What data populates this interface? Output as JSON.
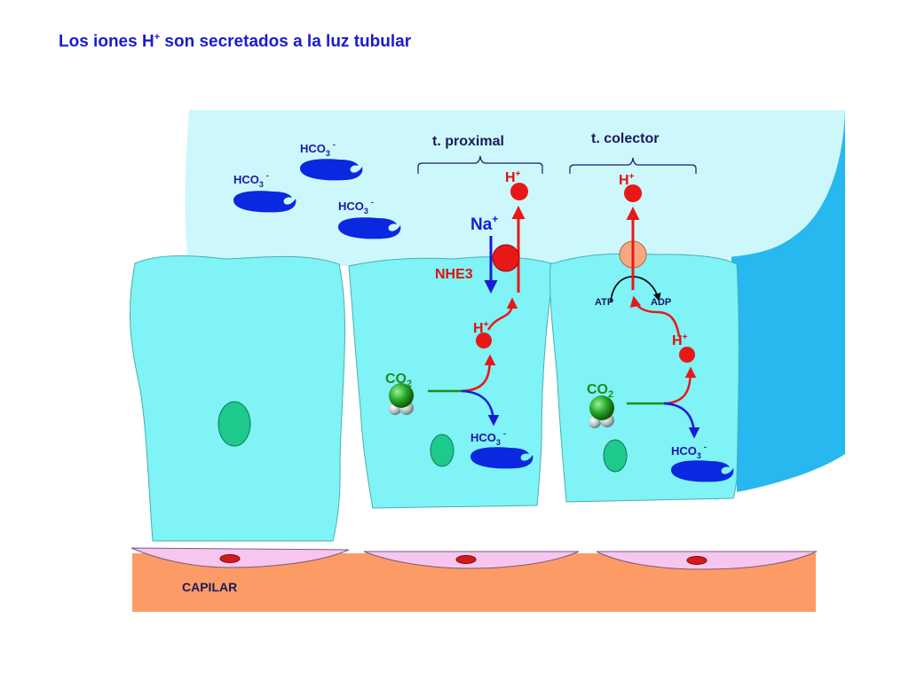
{
  "title": {
    "prefix": "Los iones H",
    "sup": "+",
    "suffix": " son secretados a la luz tubular"
  },
  "labels": {
    "proximal": "t. proximal",
    "collector": "t. colector",
    "hco3_base": "HCO",
    "hco3_sub": "3",
    "hco3_sup": "-",
    "h_base": "H",
    "h_sup": "+",
    "na_base": "Na",
    "na_sup": "+",
    "nhe3": "NHE3",
    "co2_base": "CO",
    "co2_sub": "2",
    "atp": "ATP",
    "adp": "ADP",
    "capillary": "CAPILAR"
  },
  "colors": {
    "lumen": "#cdf8fb",
    "cell": "#7ff3f5",
    "tubule_wall": "#27b8ef",
    "capillary": "#fd9b66",
    "endothelium": "#f7c6ef",
    "proton": "#e81818",
    "bicarbonate": "#0a28e0",
    "nucleus": "#1ec98c",
    "atpase": "#f5a882"
  }
}
